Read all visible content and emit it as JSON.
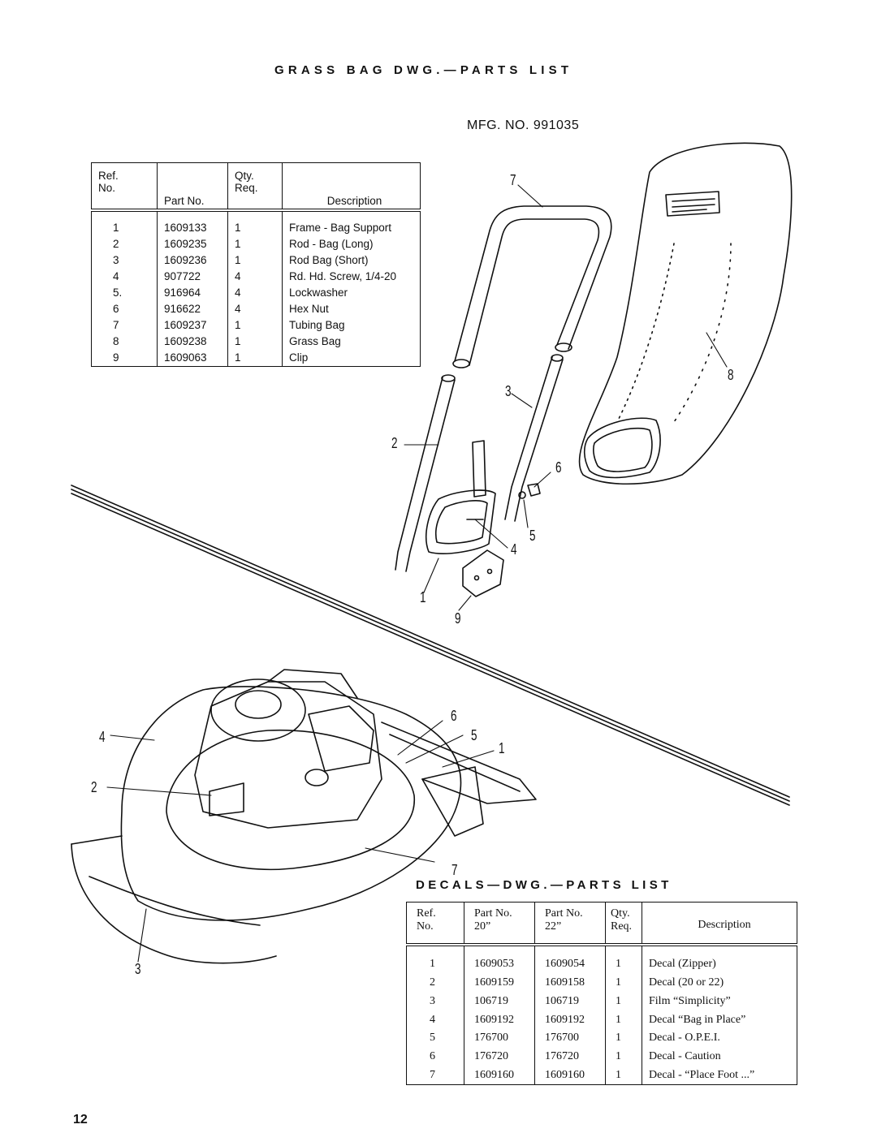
{
  "grass_bag": {
    "title": "GRASS BAG DWG.—PARTS LIST",
    "mfg": "MFG. NO. 991035",
    "headers": {
      "ref_1": "Ref.",
      "ref_2": "No.",
      "part": "Part No.",
      "qty_1": "Qty.",
      "qty_2": "Req.",
      "desc": "Description"
    },
    "rows": [
      {
        "ref": "1",
        "part": "1609133",
        "qty": "1",
        "desc": "Frame - Bag Support"
      },
      {
        "ref": "2",
        "part": "1609235",
        "qty": "1",
        "desc": "Rod - Bag (Long)"
      },
      {
        "ref": "3",
        "part": "1609236",
        "qty": "1",
        "desc": "Rod Bag (Short)"
      },
      {
        "ref": "4",
        "part": "907722",
        "qty": "4",
        "desc": "Rd. Hd. Screw, 1/4-20"
      },
      {
        "ref": "5.",
        "part": "916964",
        "qty": "4",
        "desc": "Lockwasher"
      },
      {
        "ref": "6",
        "part": "916622",
        "qty": "4",
        "desc": "Hex Nut"
      },
      {
        "ref": "7",
        "part": "1609237",
        "qty": "1",
        "desc": "Tubing Bag"
      },
      {
        "ref": "8",
        "part": "1609238",
        "qty": "1",
        "desc": "Grass Bag"
      },
      {
        "ref": "9",
        "part": "1609063",
        "qty": "1",
        "desc": "Clip"
      }
    ]
  },
  "decals": {
    "title": "DECALS—DWG.—PARTS LIST",
    "headers": {
      "ref_1": "Ref.",
      "ref_2": "No.",
      "p20_1": "Part No.",
      "p20_2": "20”",
      "p22_1": "Part No.",
      "p22_2": "22”",
      "qty_1": "Qty.",
      "qty_2": "Req.",
      "desc": "Description"
    },
    "rows": [
      {
        "ref": "1",
        "p20": "1609053",
        "p22": "1609054",
        "qty": "1",
        "desc": "Decal (Zipper)"
      },
      {
        "ref": "2",
        "p20": "1609159",
        "p22": "1609158",
        "qty": "1",
        "desc": "Decal (20 or 22)"
      },
      {
        "ref": "3",
        "p20": "106719",
        "p22": "106719",
        "qty": "1",
        "desc": "Film “Simplicity”"
      },
      {
        "ref": "4",
        "p20": "1609192",
        "p22": "1609192",
        "qty": "1",
        "desc": "Decal “Bag in Place”"
      },
      {
        "ref": "5",
        "p20": "176700",
        "p22": "176700",
        "qty": "1",
        "desc": "Decal - O.P.E.I."
      },
      {
        "ref": "6",
        "p20": "176720",
        "p22": "176720",
        "qty": "1",
        "desc": "Decal - Caution"
      },
      {
        "ref": "7",
        "p20": "1609160",
        "p22": "1609160",
        "qty": "1",
        "desc": "Decal - “Place Foot ...”"
      }
    ]
  },
  "bag_callouts": {
    "c7": "7",
    "c8": "8",
    "c3": "3",
    "c2": "2",
    "c6": "6",
    "c5": "5",
    "c4": "4",
    "c1": "1",
    "c9": "9"
  },
  "mower_callouts": {
    "c6": "6",
    "c5": "5",
    "c1": "1",
    "c4": "4",
    "c2": "2",
    "c7": "7",
    "c3": "3"
  },
  "page_number": "12"
}
